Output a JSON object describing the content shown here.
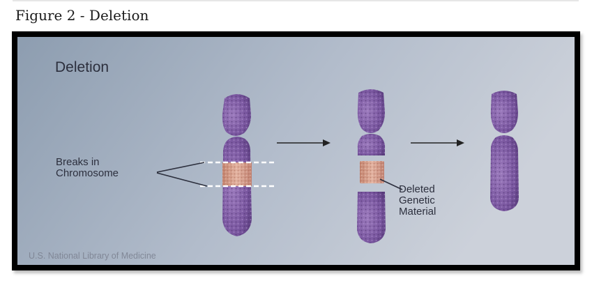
{
  "figure": {
    "caption": "Figure 2 - Deletion"
  },
  "illustration": {
    "title": "Deletion",
    "label_breaks": [
      "Breaks in",
      "Chromosome"
    ],
    "label_deleted": [
      "Deleted",
      "Genetic",
      "Material"
    ],
    "credit": "U.S. National Library of Medicine",
    "colors": {
      "background_left": "#8f9fb1",
      "background_right": "#c6ccd6",
      "chromosome": "#7e5aa2",
      "chromosome_dark": "#5d3f80",
      "deleted_segment": "#d09a88",
      "break_line": "#ffffff",
      "text": "#2c2f3d"
    }
  }
}
